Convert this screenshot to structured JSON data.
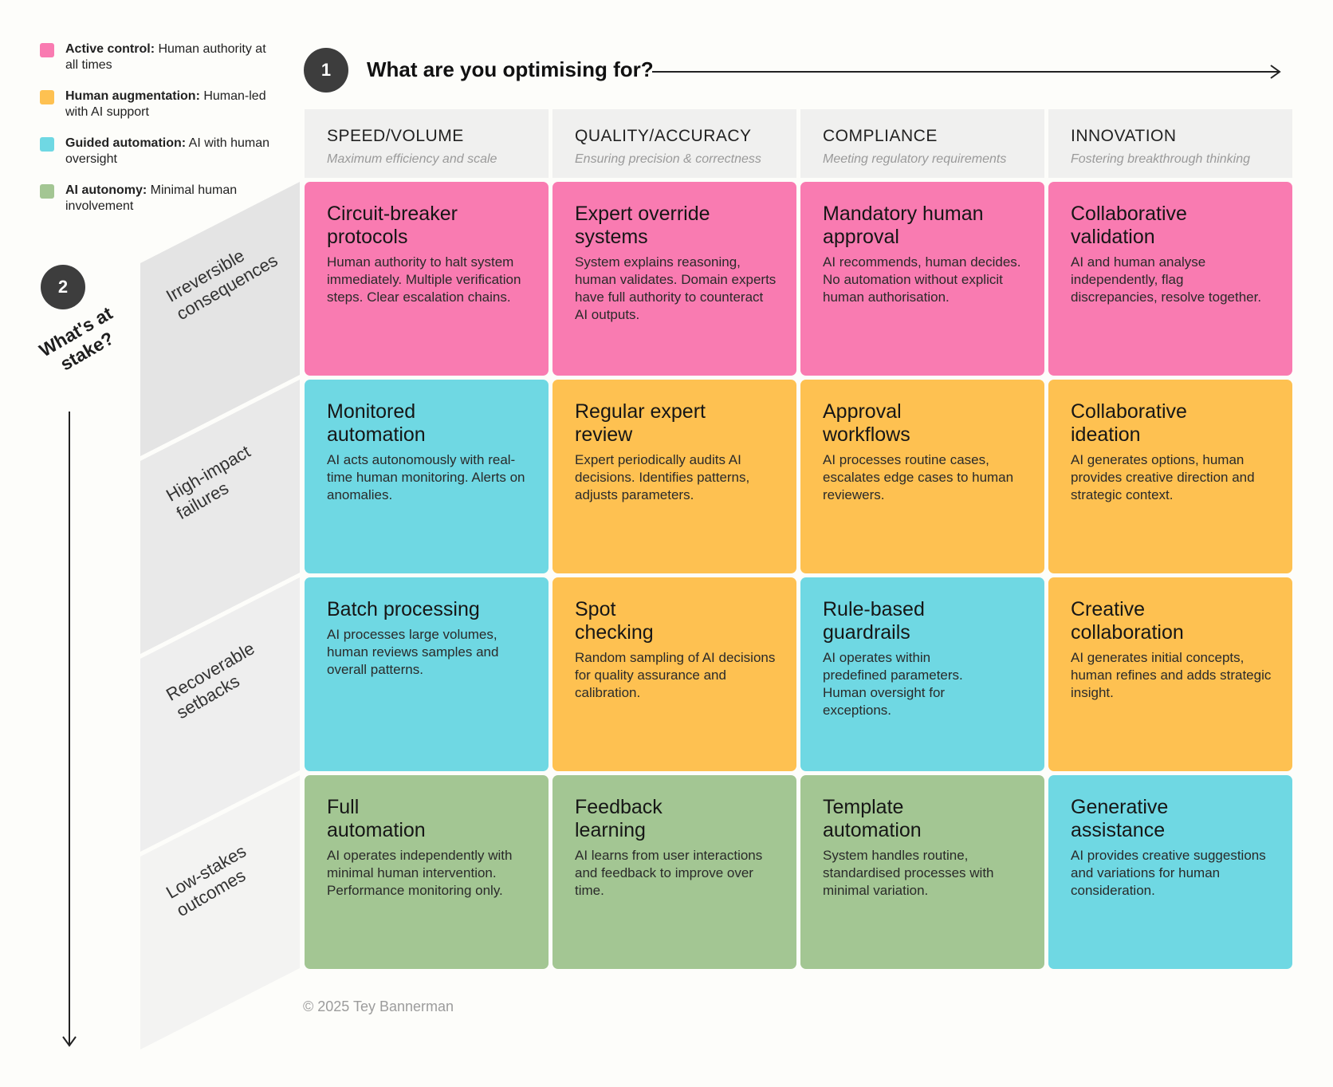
{
  "legend": [
    {
      "bold": "Active control:",
      "rest": " Human authority at all times",
      "color": "#f97bb1"
    },
    {
      "bold": "Human augmentation:",
      "rest": " Human-led with AI support",
      "color": "#fec151"
    },
    {
      "bold": "Guided automation:",
      "rest": " AI with human oversight",
      "color": "#6fd8e3"
    },
    {
      "bold": "AI autonomy:",
      "rest": " Minimal human involvement",
      "color": "#a3c693"
    }
  ],
  "step1": {
    "number": "1",
    "question": "What are you optimising for?"
  },
  "step2": {
    "number": "2",
    "question": "What's at stake?"
  },
  "columns": [
    {
      "title": "SPEED/VOLUME",
      "subtitle": "Maximum efficiency and scale"
    },
    {
      "title": "QUALITY/ACCURACY",
      "subtitle": "Ensuring precision & correctness"
    },
    {
      "title": "COMPLIANCE",
      "subtitle": "Meeting regulatory requirements"
    },
    {
      "title": "INNOVATION",
      "subtitle": "Fostering breakthrough thinking"
    }
  ],
  "rows": [
    {
      "label": "Irreversible consequences",
      "line1": "Irreversible",
      "line2": "consequences"
    },
    {
      "label": "High-impact failures",
      "line1": "High-impact",
      "line2": "failures"
    },
    {
      "label": "Recoverable setbacks",
      "line1": "Recoverable",
      "line2": "setbacks"
    },
    {
      "label": "Low-stakes outcomes",
      "line1": "Low-stakes",
      "line2": "outcomes"
    }
  ],
  "cells": [
    [
      {
        "title": "Circuit-breaker protocols",
        "desc": "Human authority to halt system immediately. Multiple verification steps. Clear escalation chains.",
        "color": "#f97bb1"
      },
      {
        "title": "Expert override systems",
        "desc": "System explains reasoning, human validates. Domain experts have full authority to counteract AI outputs.",
        "color": "#f97bb1"
      },
      {
        "title": "Mandatory human approval",
        "desc": "AI recommends, human decides. No automation without explicit human authorisation.",
        "color": "#f97bb1"
      },
      {
        "title": "Collaborative validation",
        "desc": "AI and human analyse independently, flag discrepancies, resolve together.",
        "color": "#f97bb1"
      }
    ],
    [
      {
        "title": "Monitored automation",
        "desc": "AI acts autonomously with real-time human monitoring. Alerts on anomalies.",
        "color": "#6fd8e3"
      },
      {
        "title": "Regular expert review",
        "desc": "Expert periodically audits AI decisions. Identifies patterns, adjusts parameters.",
        "color": "#fec151"
      },
      {
        "title": "Approval workflows",
        "desc": "AI processes routine cases, escalates edge cases to human reviewers.",
        "color": "#fec151"
      },
      {
        "title": "Collaborative ideation",
        "desc": "AI generates options, human provides creative direction and strategic context.",
        "color": "#fec151"
      }
    ],
    [
      {
        "title": "Batch processing",
        "desc": "AI processes large volumes, human reviews samples and overall patterns.",
        "color": "#6fd8e3"
      },
      {
        "title": "Spot checking",
        "desc": "Random sampling of AI decisions for quality assurance and calibration.",
        "color": "#fec151"
      },
      {
        "title": "Rule-based guardrails",
        "desc": "AI operates within predefined parameters. Human oversight for exceptions.",
        "color": "#6fd8e3"
      },
      {
        "title": "Creative collaboration",
        "desc": "AI generates initial concepts, human refines and adds strategic insight.",
        "color": "#fec151"
      }
    ],
    [
      {
        "title": "Full automation",
        "desc": "AI operates independently with minimal human intervention. Performance monitoring only.",
        "color": "#a3c693"
      },
      {
        "title": "Feedback learning",
        "desc": "AI learns from user interactions and feedback to improve over time.",
        "color": "#a3c693"
      },
      {
        "title": "Template automation",
        "desc": "System handles routine, standardised processes with minimal variation.",
        "color": "#a3c693"
      },
      {
        "title": "Generative assistance",
        "desc": "AI provides creative suggestions and variations for human consideration.",
        "color": "#6fd8e3"
      }
    ]
  ],
  "copyright": "© 2025 Tey Bannerman"
}
